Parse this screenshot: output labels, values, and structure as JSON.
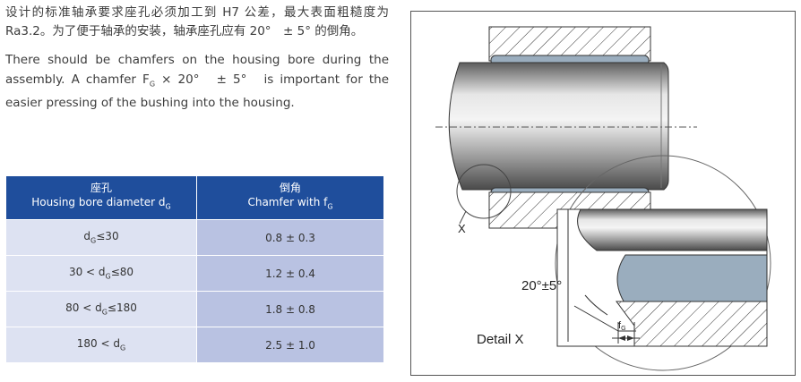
{
  "text": {
    "cn": "设计的标准轴承要求座孔必须加工到 H7 公差，最大表面粗糙度为 Ra3.2。为了便于轴承的安装，轴承座孔应有 20°　± 5° 的倒角。",
    "en_part1": "There should be chamfers on the housing bore during the assembly. A chamfer F",
    "en_sub": "G",
    "en_part2": " × 20°　± 5°　is important for the easier pressing of the bushing into the housing."
  },
  "table": {
    "col1_cn": "座孔",
    "col1_en": "Housing bore diameter d",
    "col1_sub": "G",
    "col2_cn": "倒角",
    "col2_en": "Chamfer with f",
    "col2_sub": "G",
    "rows": [
      {
        "pre": "",
        "d": "d",
        "sub": "G",
        "post": "≤30",
        "chamfer": "0.8 ± 0.3"
      },
      {
        "pre": "30 < ",
        "d": "d",
        "sub": "G",
        "post": "≤80",
        "chamfer": "1.2 ± 0.4"
      },
      {
        "pre": "80 < ",
        "d": "d",
        "sub": "G",
        "post": "≤180",
        "chamfer": "1.8 ± 0.8"
      },
      {
        "pre": "180 < ",
        "d": "d",
        "sub": "G",
        "post": "",
        "chamfer": "2.5 ± 1.0"
      }
    ]
  },
  "figure": {
    "label_x": "X",
    "angle": "20°±5°",
    "chamfer_f": "f",
    "chamfer_sub": "G",
    "detail": "Detail X"
  },
  "colors": {
    "header_blue": "#1f4e9c",
    "row_light": "#dde2f2",
    "row_mid": "#b9c2e2",
    "bushing": "#9aadbe"
  }
}
